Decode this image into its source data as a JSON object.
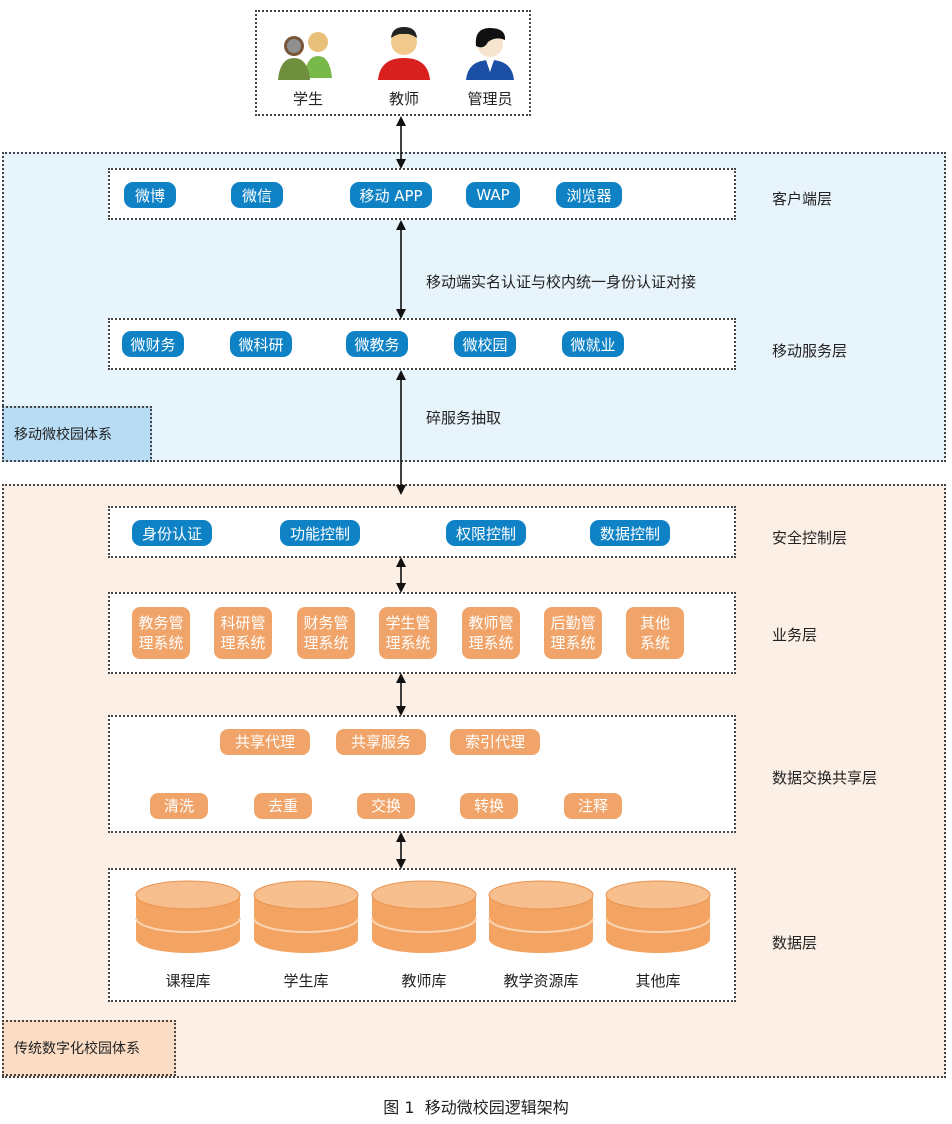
{
  "users": [
    "学生",
    "教师",
    "管理员"
  ],
  "mobile_system": {
    "label": "移动微校园体系",
    "client_layer": {
      "label": "客户端层",
      "items": [
        "微博",
        "微信",
        "移动 APP",
        "WAP",
        "浏览器"
      ]
    },
    "auth_note": "移动端实名认证与校内统一身份认证对接",
    "service_layer": {
      "label": "移动服务层",
      "items": [
        "微财务",
        "微科研",
        "微教务",
        "微校园",
        "微就业"
      ]
    }
  },
  "extract_note": "碎服务抽取",
  "traditional_system": {
    "label": "传统数字化校园体系",
    "security_layer": {
      "label": "安全控制层",
      "items": [
        "身份认证",
        "功能控制",
        "权限控制",
        "数据控制"
      ]
    },
    "business_layer": {
      "label": "业务层",
      "items": [
        [
          "教务管",
          "理系统"
        ],
        [
          "科研管",
          "理系统"
        ],
        [
          "财务管",
          "理系统"
        ],
        [
          "学生管",
          "理系统"
        ],
        [
          "教师管",
          "理系统"
        ],
        [
          "后勤管",
          "理系统"
        ],
        [
          "其他",
          "系统"
        ]
      ]
    },
    "exchange_layer": {
      "label": "数据交换共享层",
      "row1": [
        "共享代理",
        "共享服务",
        "索引代理"
      ],
      "row2": [
        "清洗",
        "去重",
        "交换",
        "转换",
        "注释"
      ]
    },
    "data_layer": {
      "label": "数据层",
      "items": [
        "课程库",
        "学生库",
        "教师库",
        "教学资源库",
        "其他库"
      ]
    }
  },
  "caption": "图 1  移动微校园逻辑架构",
  "colors": {
    "blue_pill": "#0f82c5",
    "orange_pill": "#f0a46a",
    "mobile_bg": "#e8f4fc",
    "trad_bg": "#fcefe6"
  }
}
